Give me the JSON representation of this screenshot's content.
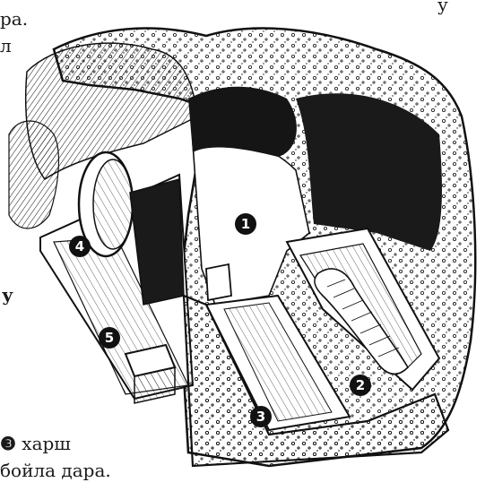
{
  "text_fragments": {
    "top_right": "у",
    "top_left_line1": "ра.",
    "top_left_line2": "л",
    "mid_left": "у",
    "bottom_line1_marker": "❸",
    "bottom_line1_word": "харш",
    "bottom_line2": "бойла дара."
  },
  "diagram": {
    "labels": [
      {
        "id": "1",
        "text": "1"
      },
      {
        "id": "2",
        "text": "2"
      },
      {
        "id": "3",
        "text": "3"
      },
      {
        "id": "4",
        "text": "4"
      },
      {
        "id": "5",
        "text": "5"
      }
    ]
  },
  "colors": {
    "ink": "#111111",
    "paper": "#ffffff",
    "shade": "#2a2a2a",
    "foliage": "#3a3a3a"
  }
}
